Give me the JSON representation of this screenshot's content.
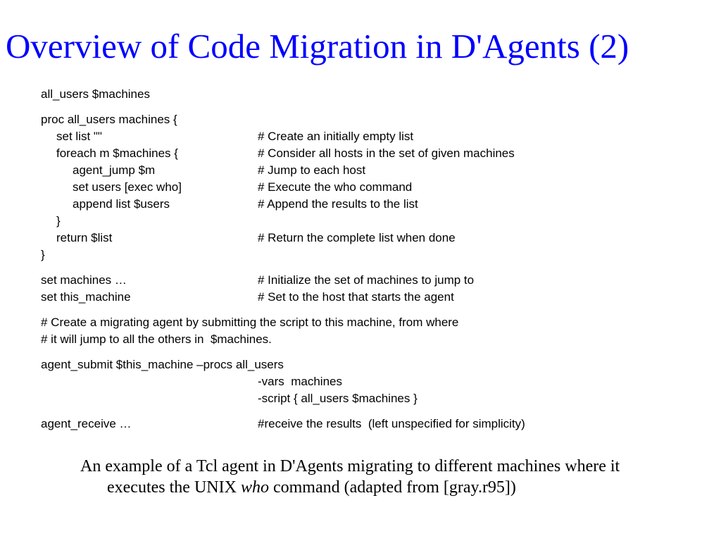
{
  "slide": {
    "title": "Overview of Code Migration in D'Agents (2)",
    "code": {
      "l1": "all_users $machines",
      "l2": "proc all_users machines {",
      "l3": "set list \"\"",
      "l3c": "# Create an initially empty list",
      "l4": "foreach m $machines {",
      "l4c": "# Consider all hosts in the set of given machines",
      "l5": "agent_jump $m",
      "l5c": "# Jump to each host",
      "l6": "set users [exec who]",
      "l6c": "# Execute the who command",
      "l7": "append list $users",
      "l7c": "# Append the results to the list",
      "l8": "}",
      "l9": "return $list",
      "l9c": "# Return the complete list when done",
      "l10": "}",
      "l11": "set machines …",
      "l11c": "# Initialize the set of machines to jump to",
      "l12": "set this_machine",
      "l12c": "# Set to the host that starts the agent",
      "l13": "# Create a migrating agent by submitting the script to this machine, from where",
      "l14": "# it will jump to all the others in  $machines.",
      "l15": "agent_submit $this_machine –procs all_users",
      "l16c": "-vars  machines",
      "l17c": "-script { all_users $machines }",
      "l18": "agent_receive …",
      "l18c": "#receive the results  (left unspecified for simplicity)"
    },
    "caption": {
      "before": "An example of a Tcl agent in D'Agents migrating to different machines where it executes the UNIX ",
      "italic": "who",
      "after": " command (adapted from [gray.r95])"
    }
  }
}
